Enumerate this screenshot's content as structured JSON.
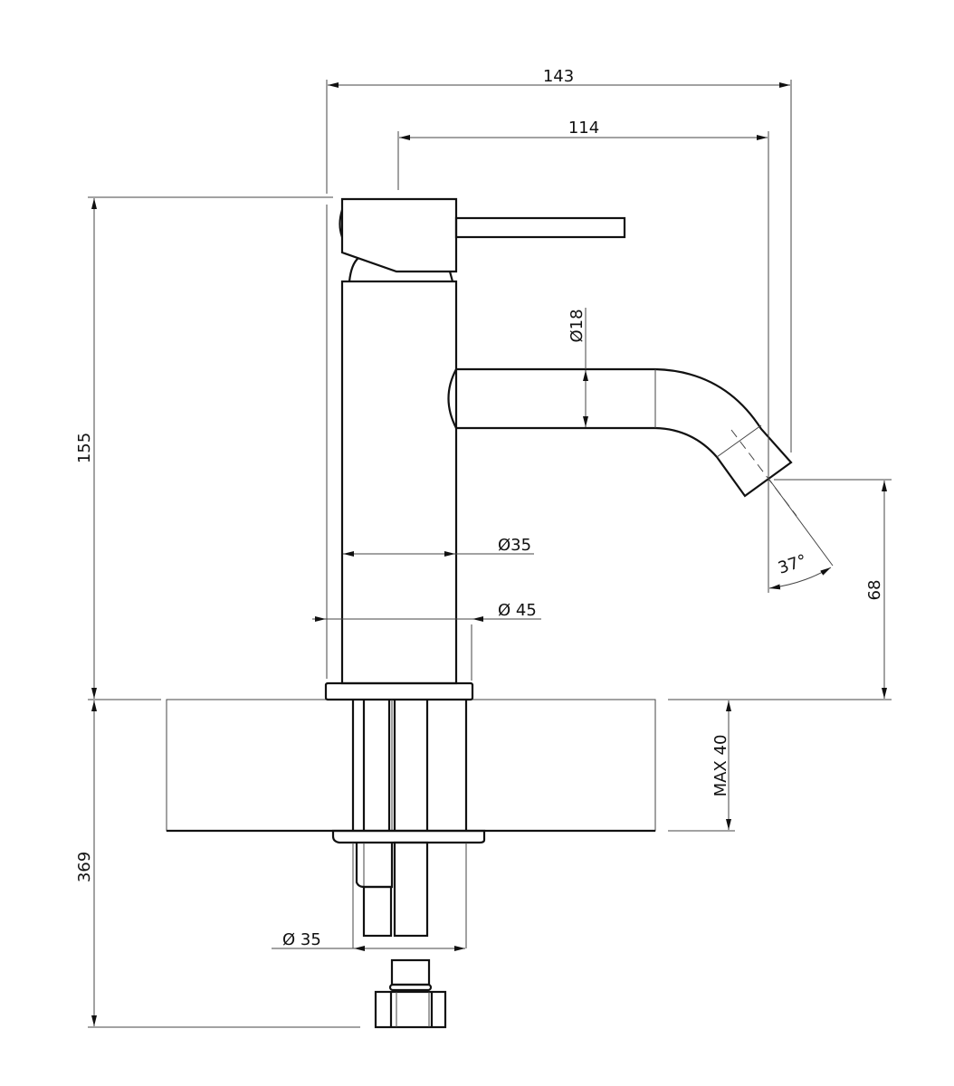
{
  "title": "Basin mixer tap dimensional drawing",
  "colors": {
    "line": "#111111",
    "thin": "#444444",
    "background": "#ffffff"
  },
  "dimensions": {
    "overall_reach": "143",
    "spout_reach": "114",
    "height": "155",
    "supply_length": "369",
    "outlet_height": "68",
    "spout_diameter": "Ø18",
    "body_diameter": "Ø35",
    "base_diameter": "Ø 45",
    "shank_diameter": "Ø 35",
    "max_counter": "MAX 40",
    "spout_angle": "37°"
  }
}
